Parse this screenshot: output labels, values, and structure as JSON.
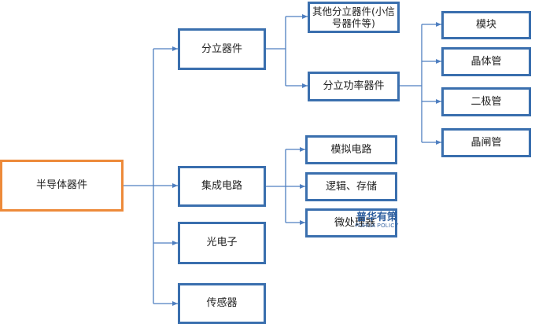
{
  "nodes": {
    "root": "半导体器件",
    "discrete": "分立器件",
    "ic": "集成电路",
    "opto": "光电子",
    "sensor": "传感器",
    "other_discrete": "其他分立器件(小信号器件等)",
    "power_discrete": "分立功率器件",
    "module": "模块",
    "thyristor": "晶体管",
    "diode": "二极管",
    "gate": "晶闸管",
    "analog": "模拟电路",
    "logic_storage": "逻辑、存储",
    "micro": "微处理器"
  },
  "watermark": {
    "cn": "普华有策",
    "en": "PUHUA POLICY"
  },
  "colors": {
    "line": "#4f7fc0",
    "border": "#3a6fae",
    "root_border": "#ed8a3a"
  }
}
